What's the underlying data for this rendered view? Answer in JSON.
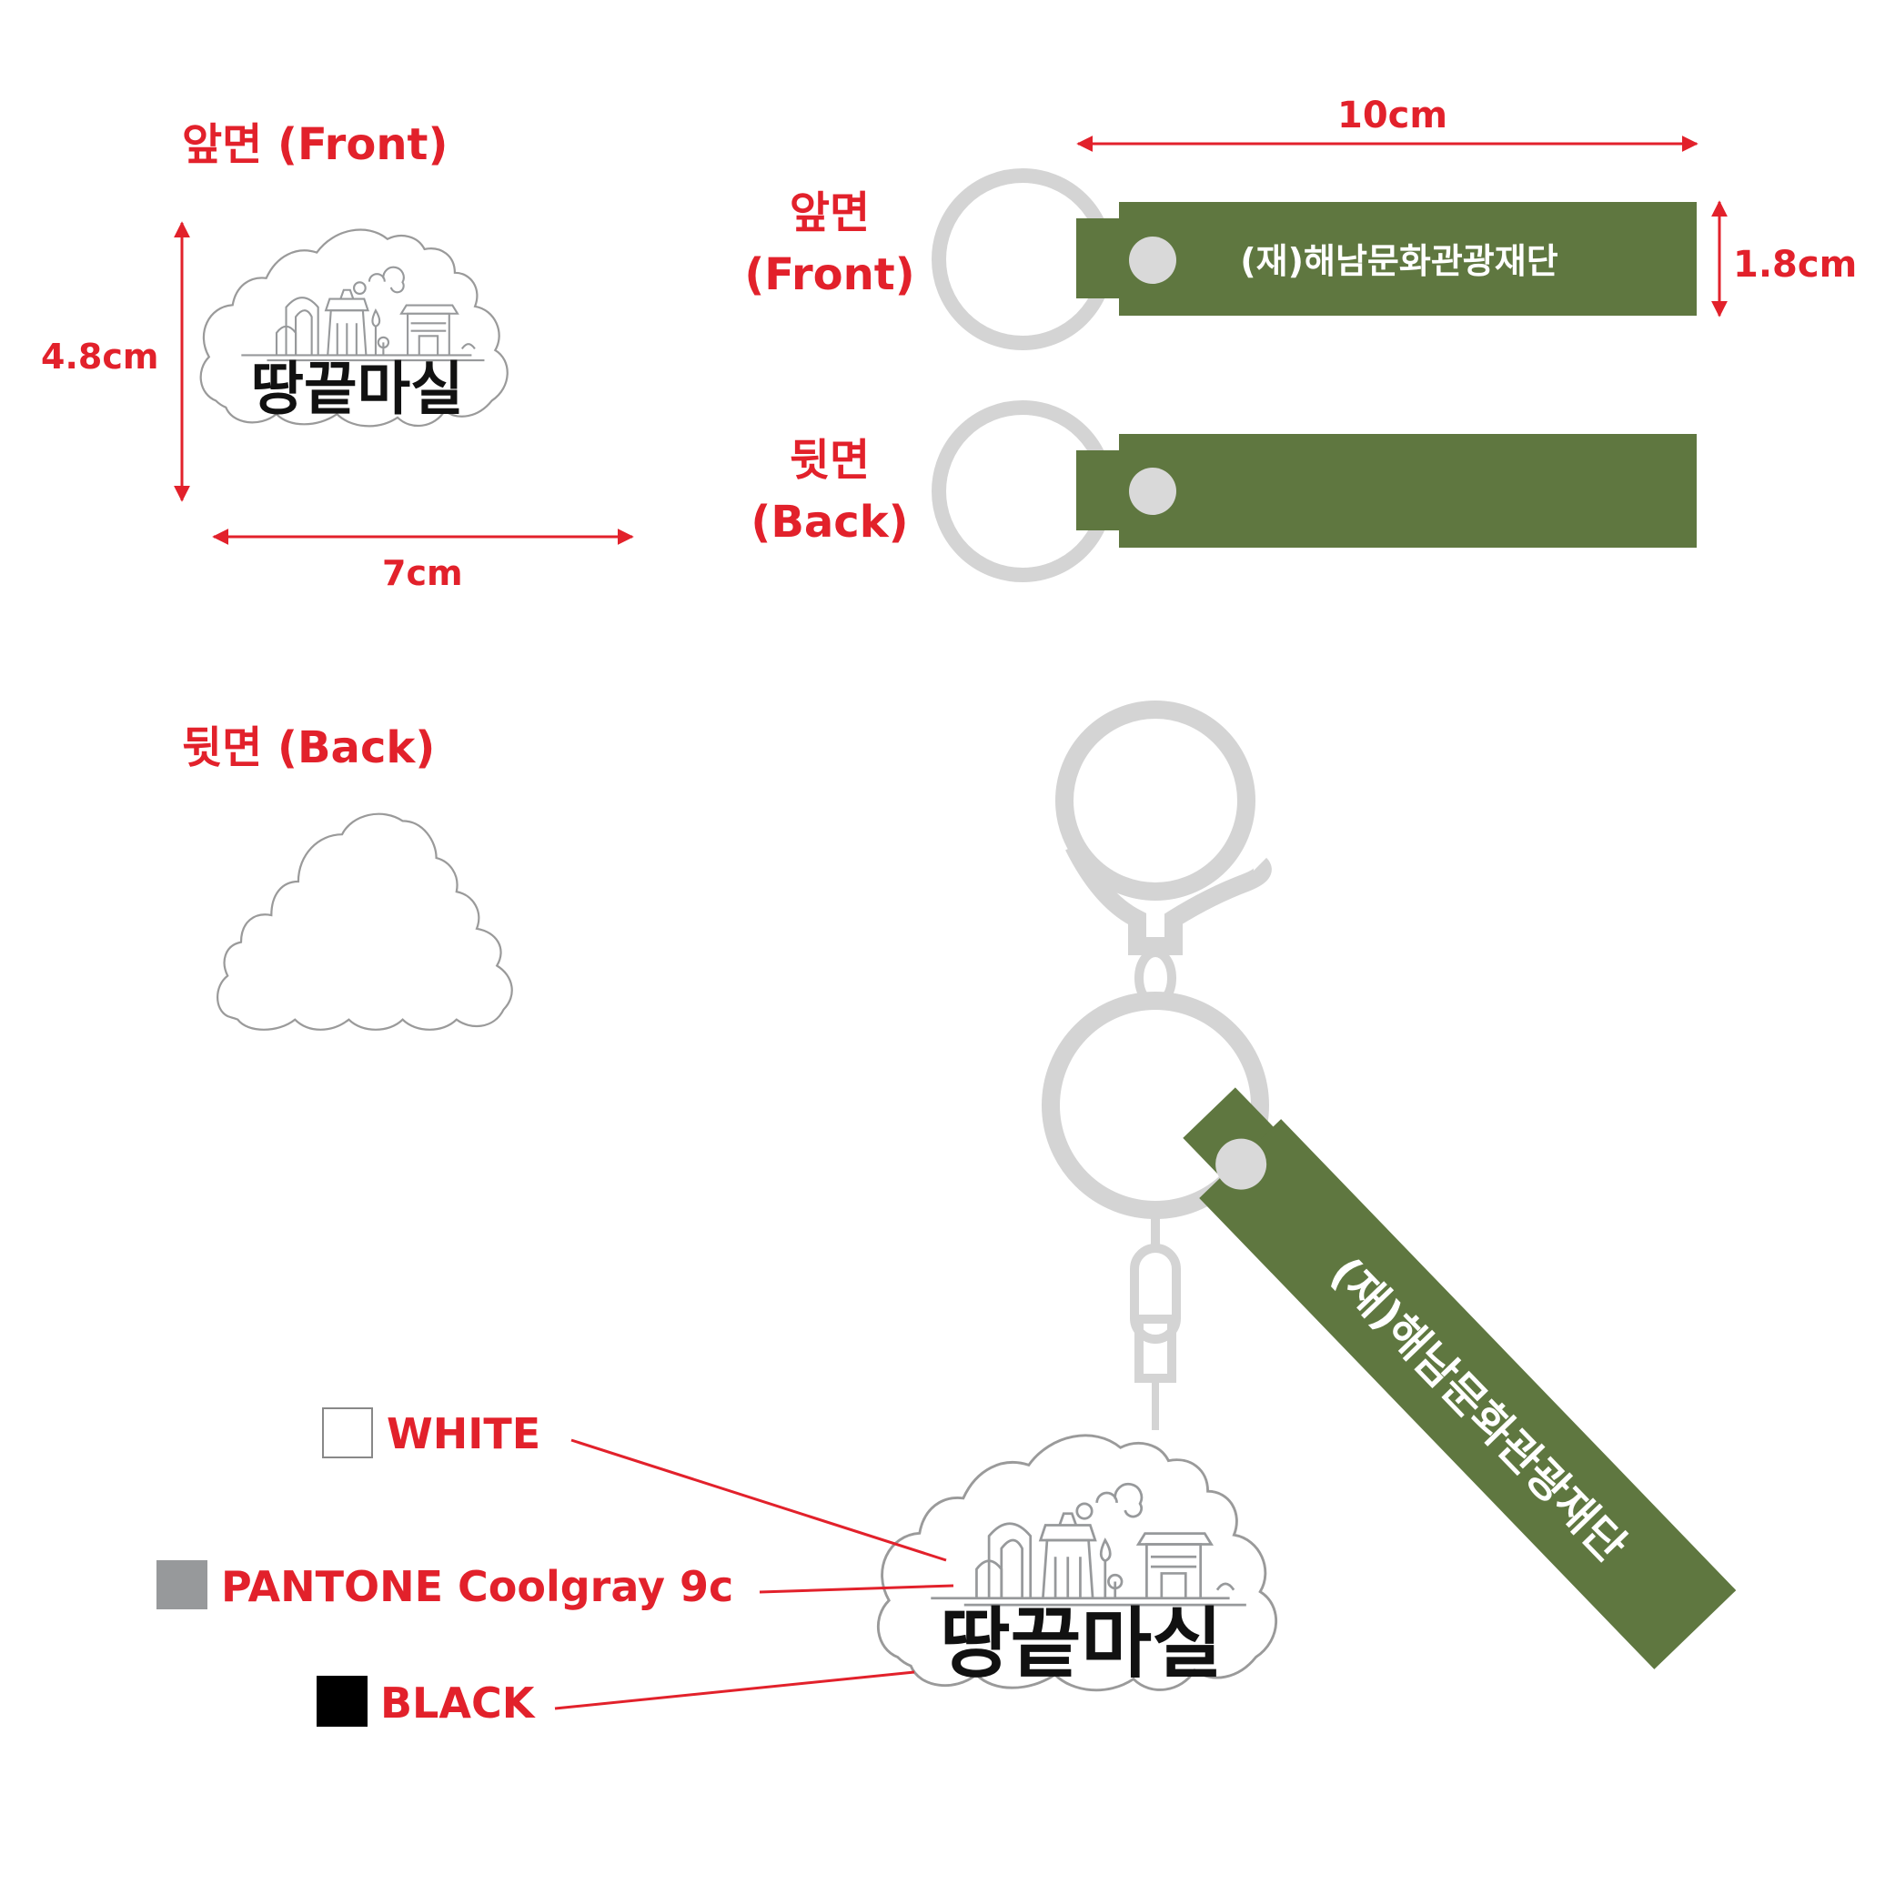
{
  "front_section": {
    "title": "앞면 (Front)",
    "height_label": "4.8cm",
    "width_label": "7cm",
    "brand_text": "땅끝마실"
  },
  "back_section": {
    "title": "뒷면 (Back)"
  },
  "strap_section": {
    "length_label": "10cm",
    "height_label": "1.8cm",
    "front_label_line1": "앞면",
    "front_label_line2": "(Front)",
    "back_label_line1": "뒷면",
    "back_label_line2": "(Back)",
    "strap_text": "(재)해남문화관광재단"
  },
  "assembled": {
    "brand_text": "땅끝마실",
    "strap_text": "(재)해남문화관광재단"
  },
  "color_legend": [
    {
      "label": "WHITE",
      "swatch": "#ffffff"
    },
    {
      "label": "PANTONE Coolgray 9c",
      "swatch": "#97999b"
    },
    {
      "label": "BLACK",
      "swatch": "#000000"
    }
  ],
  "colors": {
    "annotation_red": "#e2212b",
    "strap_green": "#5f7740",
    "ring_gray": "#cfcfcf",
    "line_gray": "#97999b"
  }
}
